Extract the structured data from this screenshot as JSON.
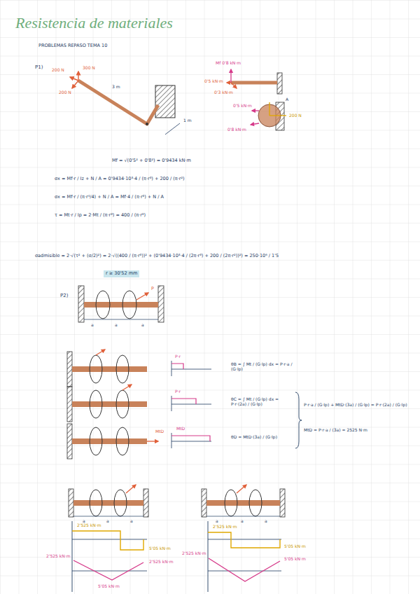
{
  "diagram": {
    "title": "Resistencia de materiales",
    "labels": [
      "PROBLEMAS REPASO TEMA 10",
      "P1)",
      "200 N",
      "300 N",
      "200 N",
      "3 m",
      "1 m",
      "Mf 0'8 kN·m",
      "0'5 kN·m",
      "0'3 kN·m",
      "0'5 kN·m",
      "0'8 kN·m",
      "200 N",
      "A",
      "Mf = √(0'5² + 0'8²) = 0'9434 kN·m",
      "σx = Mf·r / Iz + N / A = 0'9434·10³·4 / (π·r³) + 200 / (π·r²)",
      "σx = Mf·r / (π·r⁴/4) + N / A = Mf·4 / (π·r³) + N / A",
      "τ = Mt·r / Ip = 2·Mt / (π·r³) = 400 / (π·r³)",
      "σadmisible = 2·√(τ² + (σ/2)²) = 2·√((400 / (π·r³))² + (0'9434·10³·4 / (2π·r³) + 200 / (2π·r²))²) = 250·10⁶ / 1'5",
      "r ≥ 30'52 mm",
      "P2)",
      "P",
      "a",
      "a",
      "a",
      "P·r",
      "θB = ∫ Mt / (G·Ip) dx = P·r·a / (G·Ip)",
      "P·r",
      "θC = ∫ Mt / (G·Ip) dx = P·r·(2a) / (G·Ip)",
      "MtD",
      "θD = MtD·(3a) / (G·Ip)",
      "MtD",
      "P·r·a / (G·Ip) + MtD·(3a) / (G·Ip) = P·r·(2a) / (G·Ip)",
      "MtD = P·r·a / (3a) = 2525 N·m",
      "a",
      "a",
      "a",
      "2'525 kN·m",
      "5'05 kN·m",
      "2'525 kN·m",
      "2'525 kN·m",
      "5'05 kN·m",
      "a",
      "a",
      "a",
      "2'525 kN·m",
      "5'05 kN·m",
      "2'525 kN·m",
      "5'05 kN·m"
    ]
  }
}
